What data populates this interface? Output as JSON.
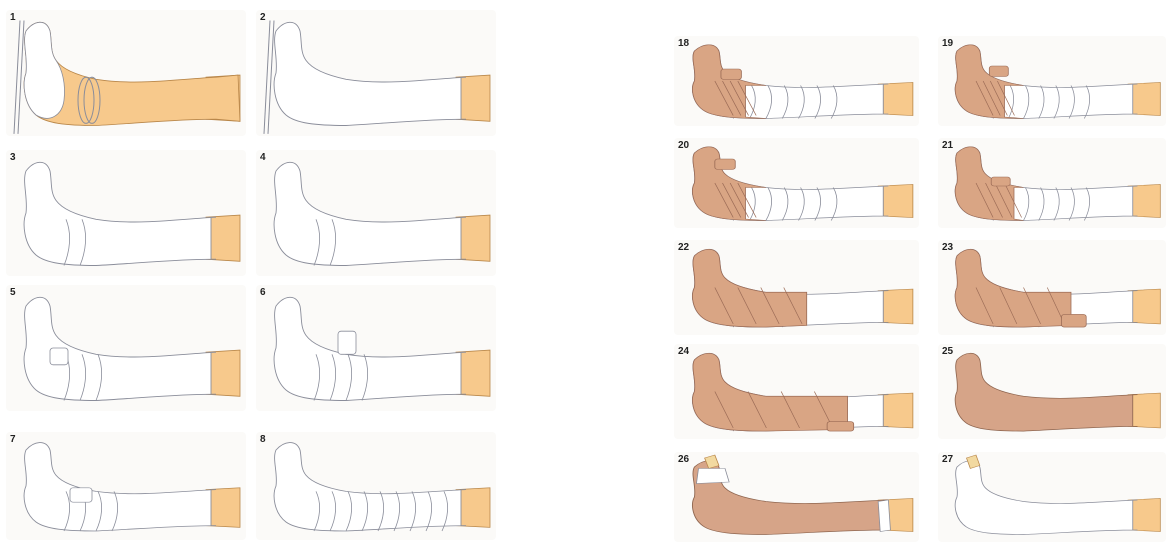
{
  "colors": {
    "skin": "#f7c98c",
    "skin_stroke": "#b9874a",
    "stocking": "#ffffff",
    "stocking_stroke": "#8a8d9a",
    "bandage": "#ffffff",
    "crepe": "#d9a584",
    "crepe_stroke": "#9a6a55",
    "cast": "#d6a488",
    "cast_stroke": "#8f6650",
    "panel_bg": "#fbfaf8"
  },
  "panels": [
    {
      "label": "1",
      "stage": "stocking-rolling"
    },
    {
      "label": "2",
      "stage": "stocking"
    },
    {
      "label": "3",
      "stage": "wrap-ankle"
    },
    {
      "label": "4",
      "stage": "wrap-ankle-fold"
    },
    {
      "label": "5",
      "stage": "wrap-foot-roll"
    },
    {
      "label": "6",
      "stage": "wrap-figure-eight"
    },
    {
      "label": "7",
      "stage": "wrap-up-leg"
    },
    {
      "label": "8",
      "stage": "full-wrap"
    },
    {
      "label": "18",
      "stage": "crepe-start"
    },
    {
      "label": "19",
      "stage": "crepe-start-2"
    },
    {
      "label": "20",
      "stage": "crepe-foot"
    },
    {
      "label": "21",
      "stage": "crepe-ankle"
    },
    {
      "label": "22",
      "stage": "crepe-mid"
    },
    {
      "label": "23",
      "stage": "crepe-mid-roll"
    },
    {
      "label": "24",
      "stage": "crepe-upper"
    },
    {
      "label": "25",
      "stage": "crepe-full"
    },
    {
      "label": "26",
      "stage": "cast-foot-wrapped"
    },
    {
      "label": "27",
      "stage": "cast-finished"
    }
  ]
}
